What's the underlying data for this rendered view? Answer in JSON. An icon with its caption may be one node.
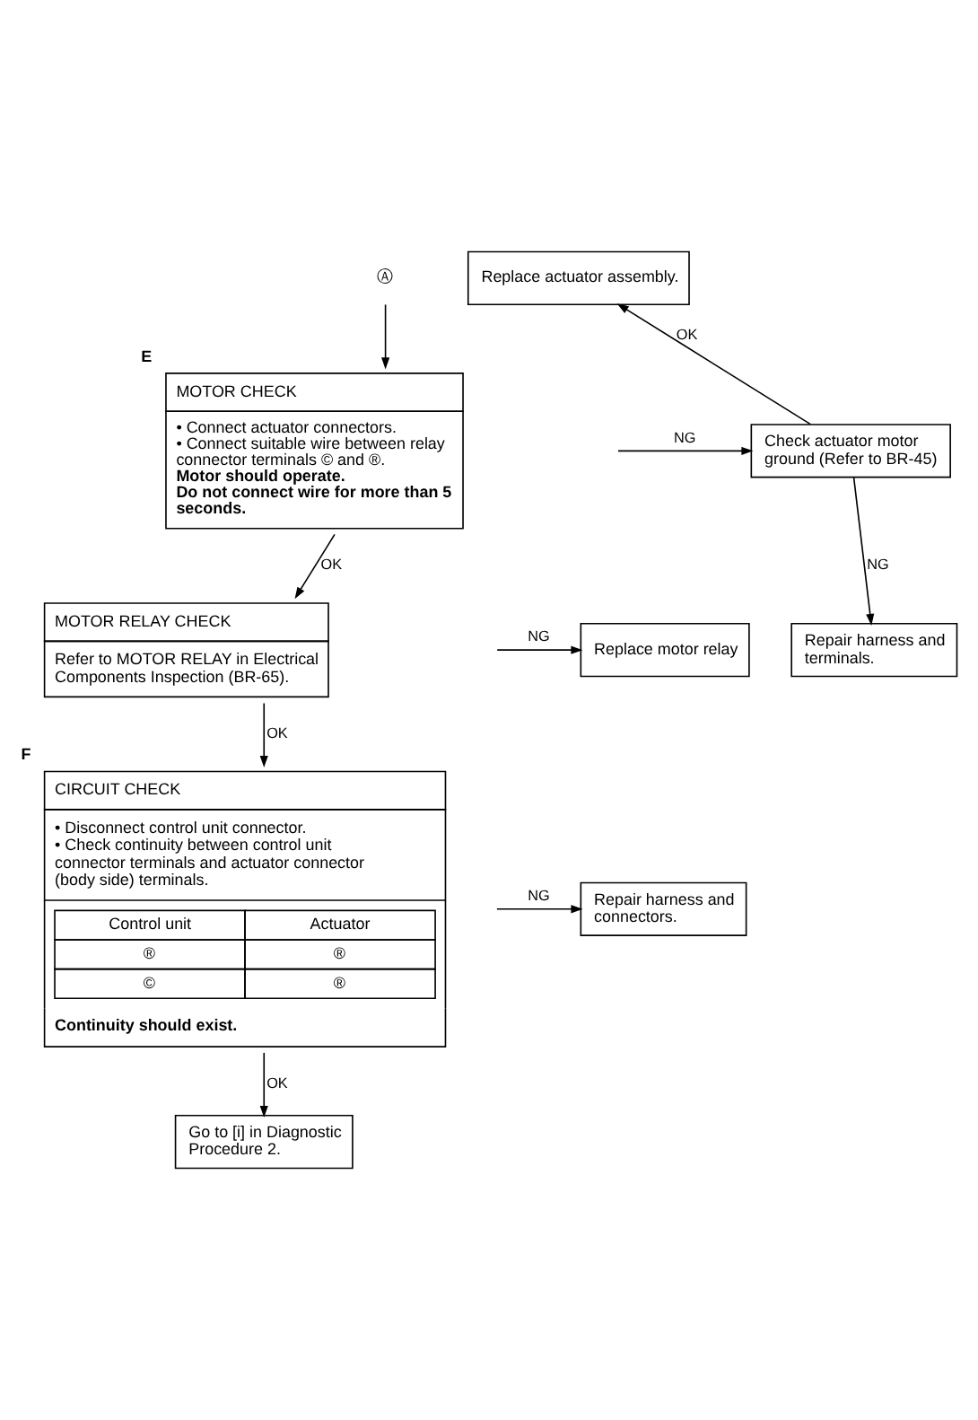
{
  "diagram": {
    "nodes": [
      {
        "text": [
          "Ⓐ"
        ]
      },
      {
        "text": [
          "MOTOR CHECK",
          "• Connect actuator connectors.",
          "• Connect suitable wire between relay connector terminals © and ®.",
          "Motor should operate.",
          "Do not connect wire for more than 5 seconds."
        ],
        "beside": [
          "E"
        ]
      },
      {
        "text": [
          "Replace actuator assembly."
        ]
      },
      {
        "text": [
          "Check actuator motor ground (Refer to BR-45)"
        ]
      },
      {
        "text": [
          "Repair harness and terminals."
        ]
      },
      {
        "text": [
          "MOTOR RELAY CHECK",
          "Refer to MOTOR RELAY in Electrical Components Inspection (BR-65)."
        ]
      },
      {
        "text": [
          "Replace motor relay"
        ]
      },
      {
        "text": [
          "CIRCUIT CHECK",
          "• Disconnect control unit connector.",
          "• Check continuity between control unit connector terminals and actuator connector (body side) terminals.",
          "Control unit",
          "Actuator",
          "®",
          "®",
          "©",
          "®",
          "Continuity should exist."
        ],
        "beside": [
          "F"
        ]
      },
      {
        "text": [
          "Repair harness and connectors."
        ]
      },
      {
        "text": [
          "Go to [i] in Diagnostic Procedure 2."
        ]
      }
    ],
    "edges": [
      {
        "from": 0,
        "to": 1,
        "arrow": "to"
      },
      {
        "from": 1,
        "to": 3,
        "arrow": "to",
        "label": "NG"
      },
      {
        "from": 3,
        "to": 2,
        "arrow": "to",
        "label": "OK"
      },
      {
        "from": 3,
        "to": 4,
        "arrow": "to",
        "label": "NG"
      },
      {
        "from": 1,
        "to": 5,
        "arrow": "to",
        "label": "OK"
      },
      {
        "from": 5,
        "to": 6,
        "arrow": "to",
        "label": "NG"
      },
      {
        "from": 5,
        "to": 7,
        "arrow": "to",
        "label": "OK"
      },
      {
        "from": 7,
        "to": 8,
        "arrow": "to",
        "label": "NG"
      },
      {
        "from": 7,
        "to": 9,
        "arrow": "to",
        "label": "OK"
      }
    ]
  }
}
